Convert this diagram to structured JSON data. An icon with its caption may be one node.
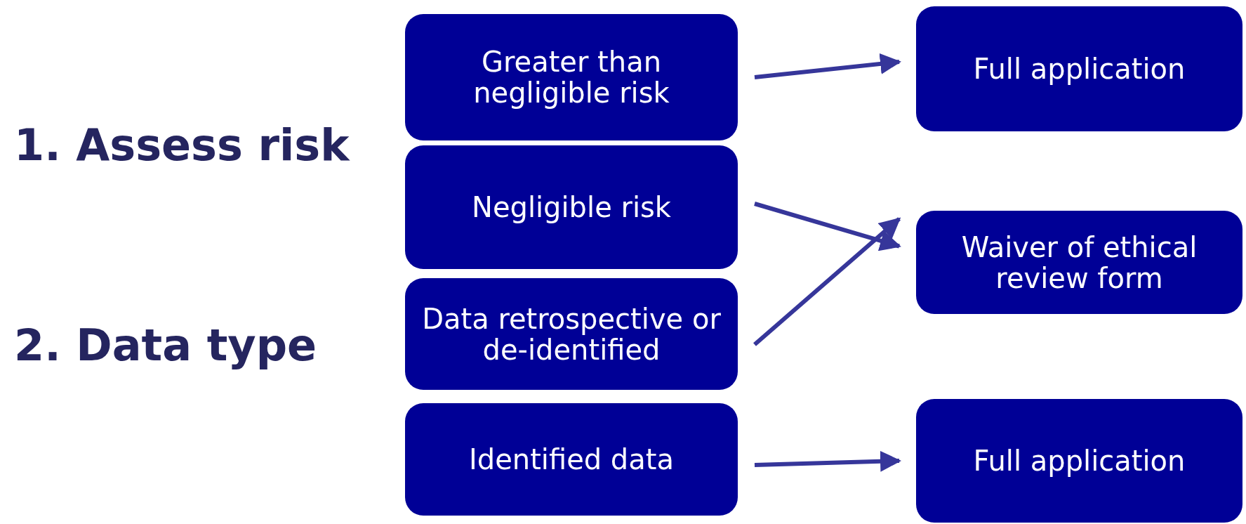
{
  "diagram": {
    "nodes": [
      {
        "text": [
          "Greater than negligible risk"
        ]
      },
      {
        "text": [
          "Negligible risk"
        ]
      },
      {
        "text": [
          "Data retrospective or de-identified"
        ]
      },
      {
        "text": [
          "Identified data"
        ]
      },
      {
        "text": [
          "Full application"
        ]
      },
      {
        "text": [
          "Waiver of ethical review form"
        ]
      },
      {
        "text": [
          "Full application"
        ]
      }
    ],
    "edges": [
      {
        "from": 0,
        "to": 4,
        "arrow": "to"
      },
      {
        "from": 1,
        "to": 5,
        "arrow": "to"
      },
      {
        "from": 2,
        "to": 5,
        "arrow": "to"
      },
      {
        "from": 3,
        "to": 6,
        "arrow": "to"
      }
    ],
    "labels": [
      "1. Assess risk",
      "2. Data type"
    ]
  }
}
